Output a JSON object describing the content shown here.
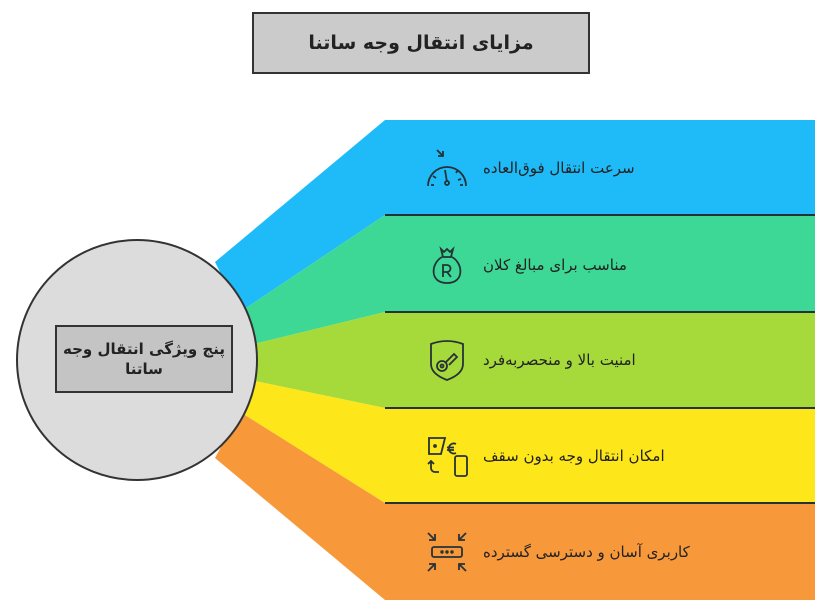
{
  "title": "مزایای انتقال وجه ساتنا",
  "center_label": "پنج ویژگی انتقال وجه ساتنا",
  "colors": {
    "blue": "#1EBBF8",
    "green": "#3DD895",
    "lime": "#A6D93A",
    "yellow": "#FDE619",
    "orange": "#F7993A",
    "gray": "#c4c4c4"
  },
  "features": [
    {
      "label": "سرعت انتقال فوق‌العاده",
      "icon": "speedometer-icon"
    },
    {
      "label": "مناسب برای مبالغ کلان",
      "icon": "money-bag-icon"
    },
    {
      "label": "امنیت بالا و منحصربه‌فرد",
      "icon": "shield-key-icon"
    },
    {
      "label": "امکان انتقال وجه بدون سقف",
      "icon": "currency-transfer-icon"
    },
    {
      "label": "کاربری آسان و دسترسی گسترده",
      "icon": "compress-arrows-icon"
    }
  ]
}
